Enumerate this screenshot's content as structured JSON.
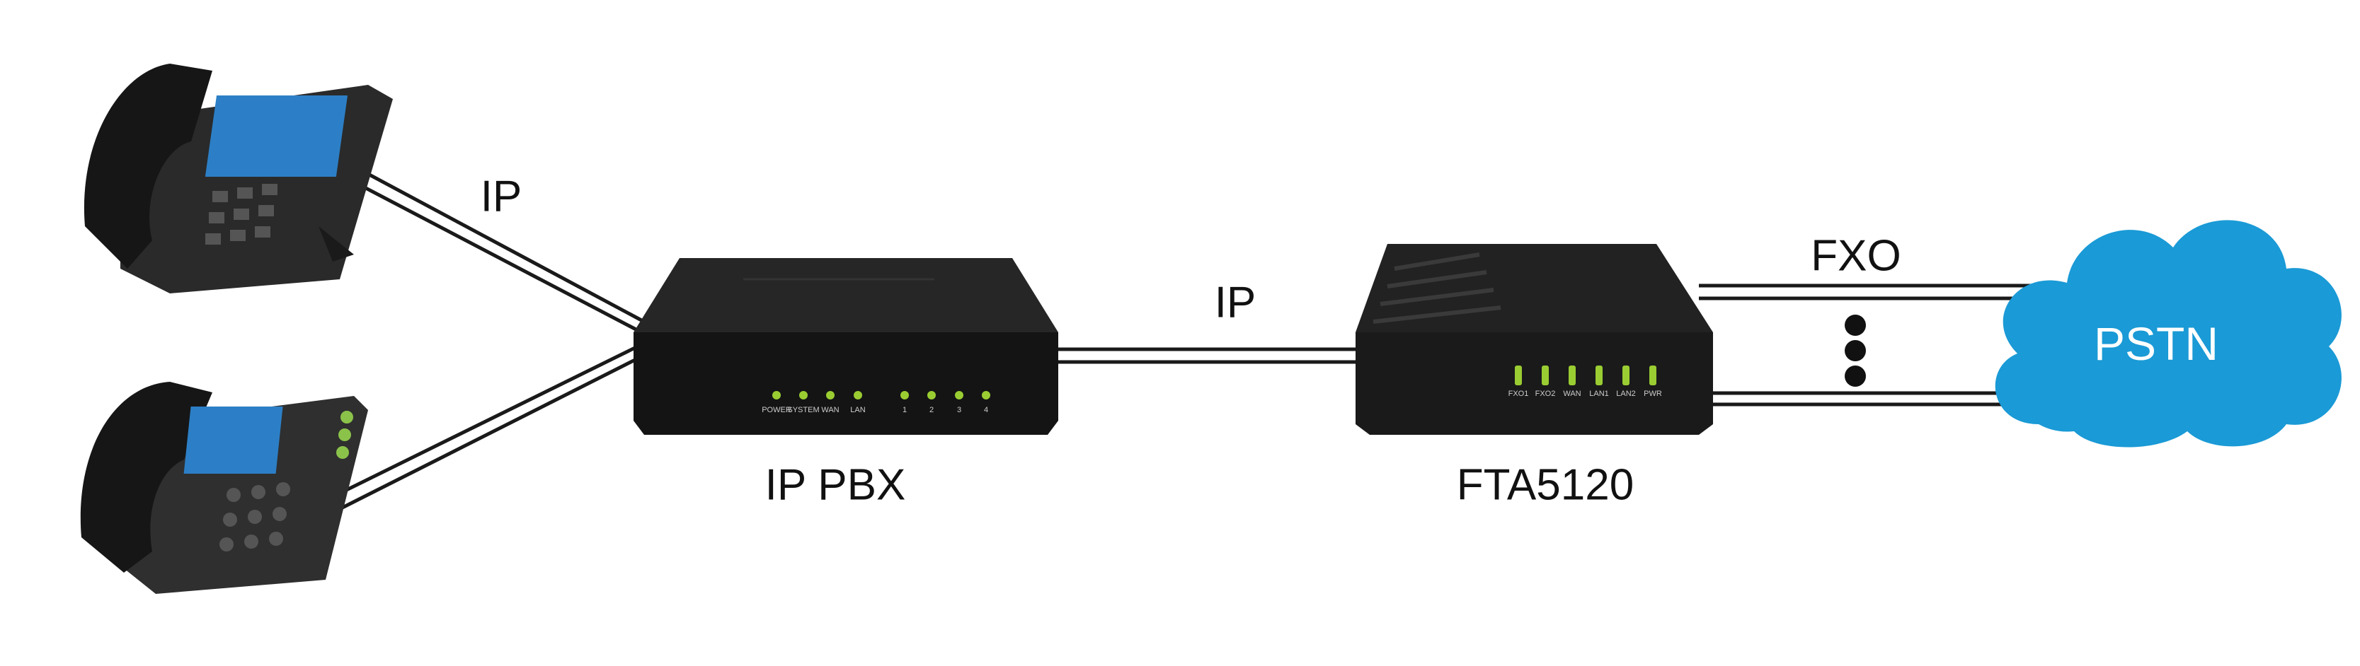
{
  "labels": {
    "ip_phones_link": "IP",
    "ip_pbx_link": "IP",
    "fxo_link": "FXO",
    "pbx": "IP PBX",
    "gateway": "FTA5120",
    "pstn": "PSTN"
  },
  "pbx_leds": [
    "POWER",
    "SYSTEM",
    "WAN",
    "LAN",
    "1",
    "2",
    "3",
    "4"
  ],
  "gateway_leds": [
    "FXO1",
    "FXO2",
    "WAN",
    "LAN1",
    "LAN2",
    "PWR"
  ],
  "colors": {
    "cloud": "#1a9ad6",
    "led": "#9acd32",
    "device": "#1c1c1c",
    "line": "#1a1a1a"
  }
}
